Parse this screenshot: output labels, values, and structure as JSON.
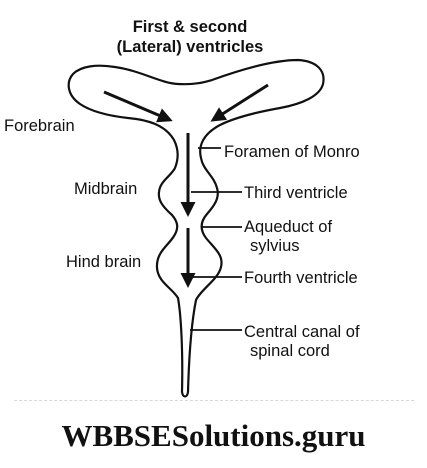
{
  "diagram": {
    "labels": {
      "ventricles_line1": "First & second",
      "ventricles_line2": "(Lateral) ventricles",
      "forebrain": "Forebrain",
      "midbrain": "Midbrain",
      "hindbrain": "Hind brain",
      "foramen": "Foramen of Monro",
      "third_ventricle": "Third ventricle",
      "aqueduct_line1": "Aqueduct of",
      "aqueduct_line2": "sylvius",
      "fourth_ventricle": "Fourth ventricle",
      "central_canal_line1": "Central canal of",
      "central_canal_line2": "spinal cord"
    }
  },
  "watermark": "WBBSESolutions.guru"
}
